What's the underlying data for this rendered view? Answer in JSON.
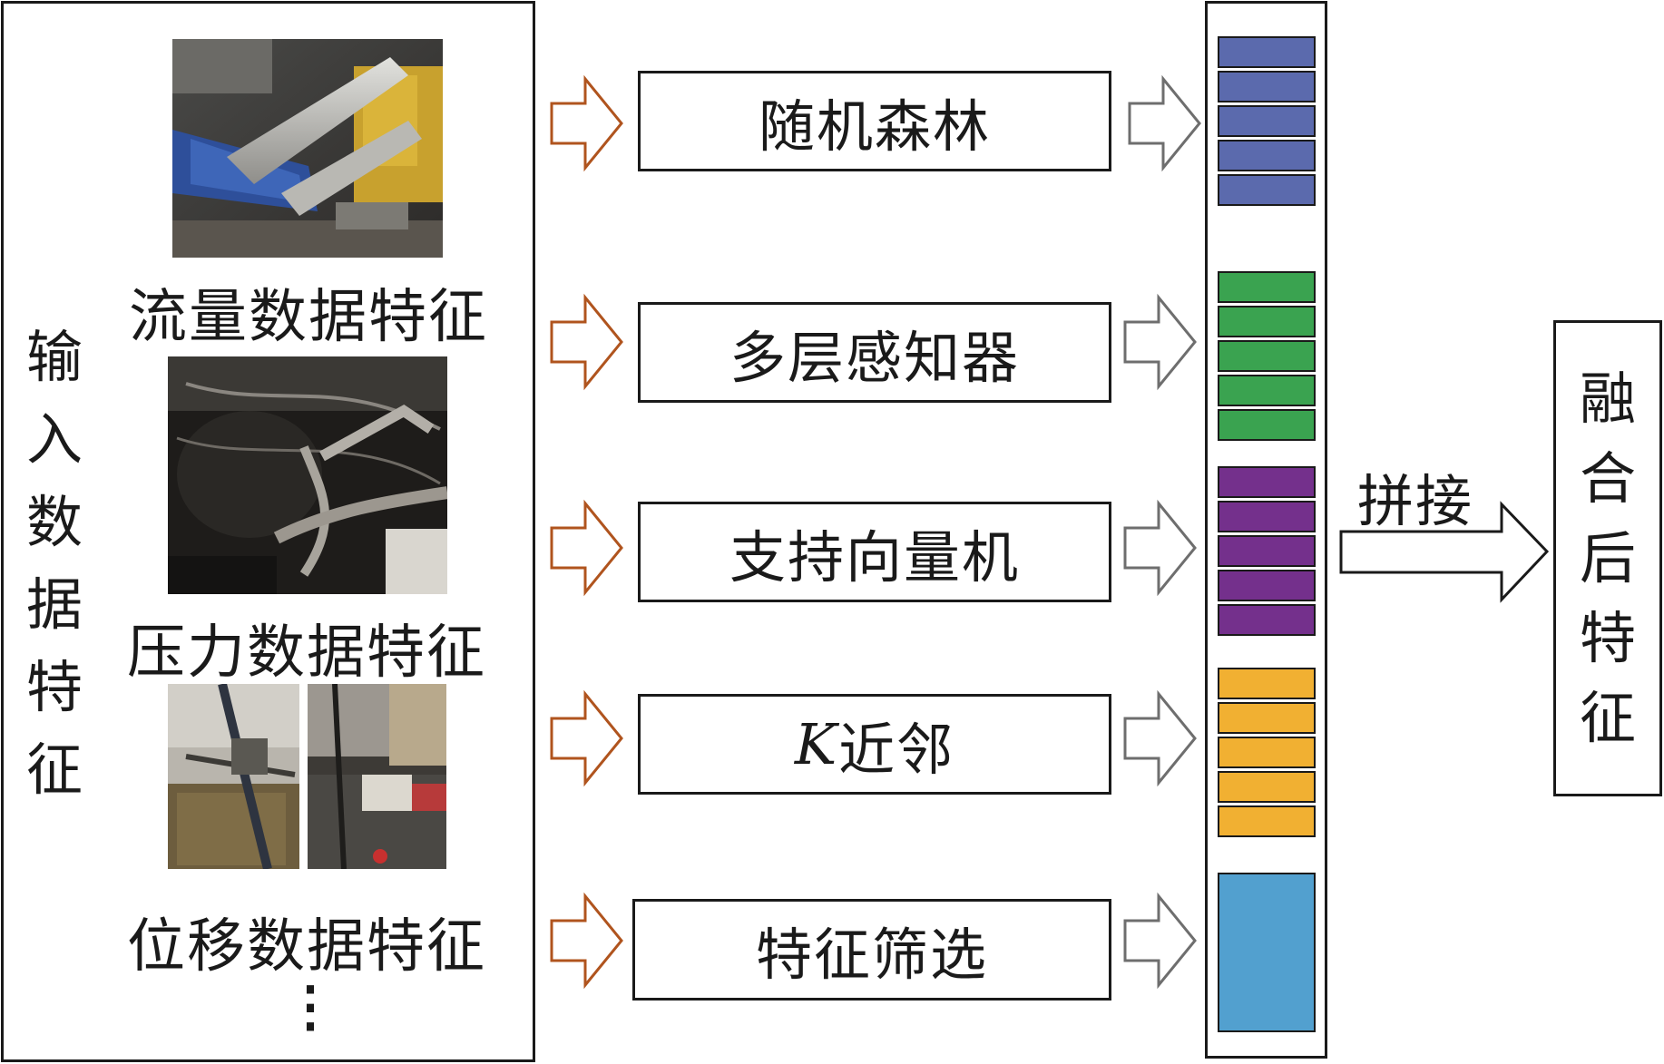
{
  "input": {
    "title_chars": [
      "输",
      "入",
      "数",
      "据",
      "特",
      "征"
    ],
    "features": [
      {
        "label": "流量数据特征"
      },
      {
        "label": "压力数据特征"
      },
      {
        "label": "位移数据特征"
      }
    ],
    "ellipsis": "⋮"
  },
  "models": [
    {
      "label": "随机森林"
    },
    {
      "label": "多层感知器"
    },
    {
      "label": "支持向量机"
    },
    {
      "label_italic": "K",
      "label": "近邻"
    },
    {
      "label": "特征筛选"
    }
  ],
  "feature_groups": [
    {
      "color": "#5b6aad",
      "cells": 5
    },
    {
      "color": "#3aa350",
      "cells": 5
    },
    {
      "color": "#74308c",
      "cells": 5
    },
    {
      "color": "#f1b032",
      "cells": 5
    },
    {
      "color": "#52a0cf",
      "cells": 1
    }
  ],
  "concat": {
    "label": "拼接"
  },
  "output": {
    "title_chars": [
      "融",
      "合",
      "后",
      "特",
      "征"
    ]
  },
  "colors": {
    "input_arrow": "#b0541e",
    "model_arrow": "#6e6e6e",
    "border": "#1a1a1a"
  }
}
